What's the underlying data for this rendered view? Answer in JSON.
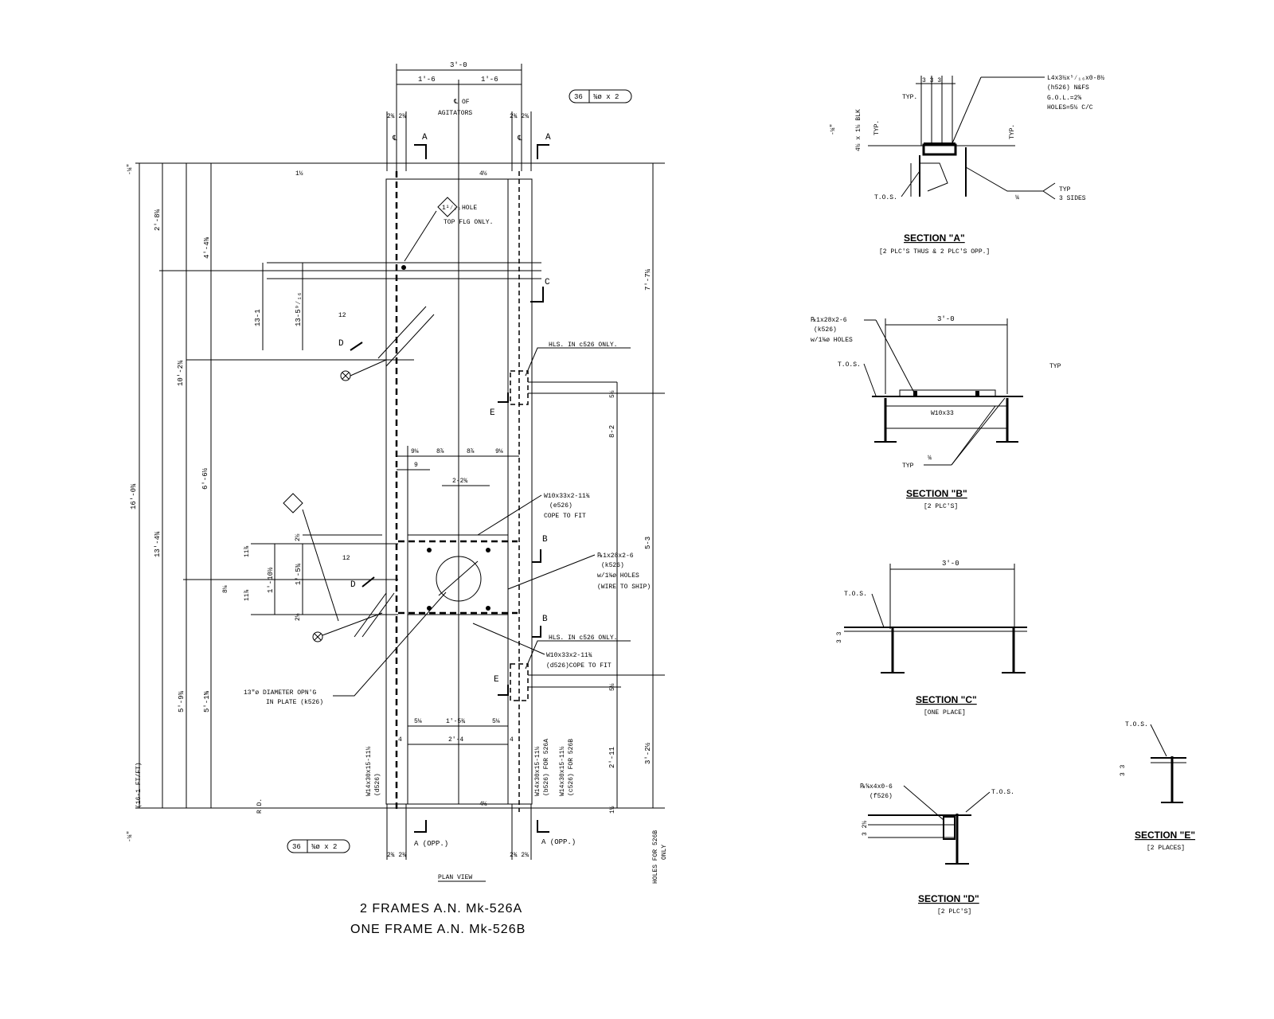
{
  "plan": {
    "overall_width": "3'-0",
    "half_left": "1'-6",
    "half_right": "1'-6",
    "cl_agitators_1": "℄ OF",
    "cl_agitators_2": "AGITATORS",
    "tag_top_count": "36",
    "tag_top_bolt": "¾ø x 2",
    "tag_bottom_count": "36",
    "tag_bottom_bolt": "¾ø x 2",
    "edge_top_left": "2¾ 2¾",
    "edge_top_right": "2¾ 2¾",
    "edge_bottom_left": "2¾ 2¾",
    "edge_bottom_right": "2¾ 2¾",
    "sec_a": "A",
    "sec_a_opp": "A (OPP.)",
    "sec_b": "B",
    "sec_c": "C",
    "sec_d": "D",
    "sec_e": "E",
    "cl": "℄",
    "minus_quarter": "-¼\"",
    "dim_16_04": "16'-0¾",
    "dim_13_44": "13'-4¾",
    "dim_10_24": "10'-2¾",
    "dim_6_62": "6'-6½",
    "dim_5_94": "5'-9¾",
    "dim_5_16": "5'-1⅝",
    "dim_2_84": "2'-8¼",
    "dim_4_44": "4'-4⅜",
    "dim_13_1": "13-1",
    "dim_13_5": "13-5⁹⁄₁₆",
    "dim_7_74": "7'-7¼",
    "dim_5_3": "5-3",
    "dim_3_22": "3'-2½",
    "dim_8_2": "8-2",
    "dim_2_11": "2'-11",
    "dim_1_105": "1'-10½",
    "dim_1_53": "1'-5¾",
    "dim_2_24": "2-2¾",
    "dim_2_4": "2'-4",
    "dim_1_54": "1'-5¾",
    "dim_91": "9⅛",
    "dim_87": "8⅞",
    "dim_9": "9",
    "dim_51": "5⅛",
    "dim_4": "4",
    "dim_41": "4½",
    "dim_12": "12",
    "dim_52": "5½",
    "dim_112": "1½",
    "dim_114": "11⅞",
    "dim_22": "2½",
    "dim_81": "8⅛",
    "hole_note_1": "HOLE",
    "hole_note_2": "TOP FLG ONLY.",
    "hole_dia": "1¹⁄₁₆",
    "hls_1": "HLS. IN c526 ONLY.",
    "hls_2": "HLS. IN c526 ONLY.",
    "beam_1_a": "W10x33x2-11¾",
    "beam_1_b": "(e526)",
    "beam_1_c": "COPE TO FIT",
    "plate_a": "℞1x28x2-6",
    "plate_b": "(k526)",
    "plate_c": "w/1⅜ø HOLES",
    "plate_d": "(WIRE TO SHIP)",
    "beam_2_a": "W10x33x2-11¾",
    "beam_2_b": "(d526)COPE TO FIT",
    "opening_a": "13\"ø DIAMETER OPN'G",
    "opening_b": "IN PLATE (k526)",
    "col_left_a": "W14x30x15-11½",
    "col_left_b": "(d526)",
    "col_mid_a": "W14x30x15-11½",
    "col_mid_b": "(b526) FOR 526A",
    "col_right_a": "W14x30x15-11½",
    "col_right_b": "(c526)  FOR 526B",
    "holes_526b_a": "HOLES FOR 526B",
    "holes_526b_b": "ONLY",
    "fp_note": "(16-1 FT/FT)",
    "rd_note": "R.D.",
    "plan_view": "PLAN VIEW",
    "title_1": "2 FRAMES A.N. Mk-526A",
    "title_2": "ONE FRAME A.N. Mk-526B"
  },
  "section_a": {
    "title": "SECTION \"A\"",
    "subtitle": "[2 PLC'S THUS & 2 PLC'S OPP.]",
    "angle_1": "L4x3½x⁵⁄₁₆x0-8½",
    "angle_2": "(h526) N&FS",
    "angle_3": "G.O.L.=2⅝",
    "angle_4": "HOLES=5½  C/C",
    "blk": "4½ x 1½ BLK",
    "typ": "TYP.",
    "dims": "3 3 3",
    "tos": "T.O.S.",
    "weld": "TYP",
    "weld_2": "3 SIDES",
    "weld_size": "¼",
    "minus": "-¼\""
  },
  "section_b": {
    "title": "SECTION \"B\"",
    "subtitle": "[2 PLC'S]",
    "width": "3'-0",
    "plate_1": "℞1x28x2-6",
    "plate_2": "(k526)",
    "plate_3": "w/1⅜ø HOLES",
    "tos": "T.O.S.",
    "beam": "W10x33",
    "typ": "TYP",
    "weld_size": "¼"
  },
  "section_c": {
    "title": "SECTION \"C\"",
    "subtitle": "[ONE PLACE]",
    "width": "3'-0",
    "tos": "T.O.S.",
    "dim": "3 3"
  },
  "section_d": {
    "title": "SECTION \"D\"",
    "subtitle": "[2 PLC'S]",
    "plate_1": "℞⅝x4x0-6",
    "plate_2": "(f526)",
    "tos": "T.O.S.",
    "dim": "3 2½"
  },
  "section_e": {
    "title": "SECTION \"E\"",
    "subtitle": "[2 PLACES]",
    "tos": "T.O.S.",
    "dim": "3 3"
  }
}
